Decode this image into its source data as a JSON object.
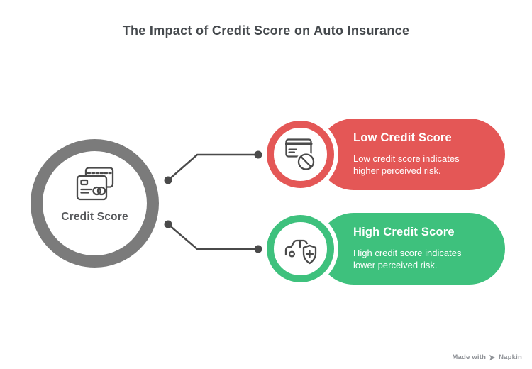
{
  "title": "The Impact of Credit Score on Auto Insurance",
  "center_node": {
    "label": "Credit Score",
    "icon": "credit-cards-icon"
  },
  "pills": [
    {
      "heading": "Low Credit Score",
      "body": "Low credit score indicates higher perceived risk.",
      "accent_color": "#E45756",
      "icon": "credit-card-denied-icon"
    },
    {
      "heading": "High Credit Score",
      "body": "High credit score indicates lower perceived risk.",
      "accent_color": "#3EC17D",
      "icon": "car-shield-plus-icon"
    }
  ],
  "connectors": {
    "count": 2,
    "color": "#4A4A4A"
  },
  "colors": {
    "low_accent": "#E45756",
    "high_accent": "#3EC17D",
    "center_ring": "#7B7B7B",
    "icon_stroke": "#4A4A4A",
    "title_text": "#45494D",
    "watermark_text": "#8E9196",
    "background": "#FFFFFF"
  },
  "watermark": {
    "prefix": "Made with",
    "brand": "Napkin"
  }
}
